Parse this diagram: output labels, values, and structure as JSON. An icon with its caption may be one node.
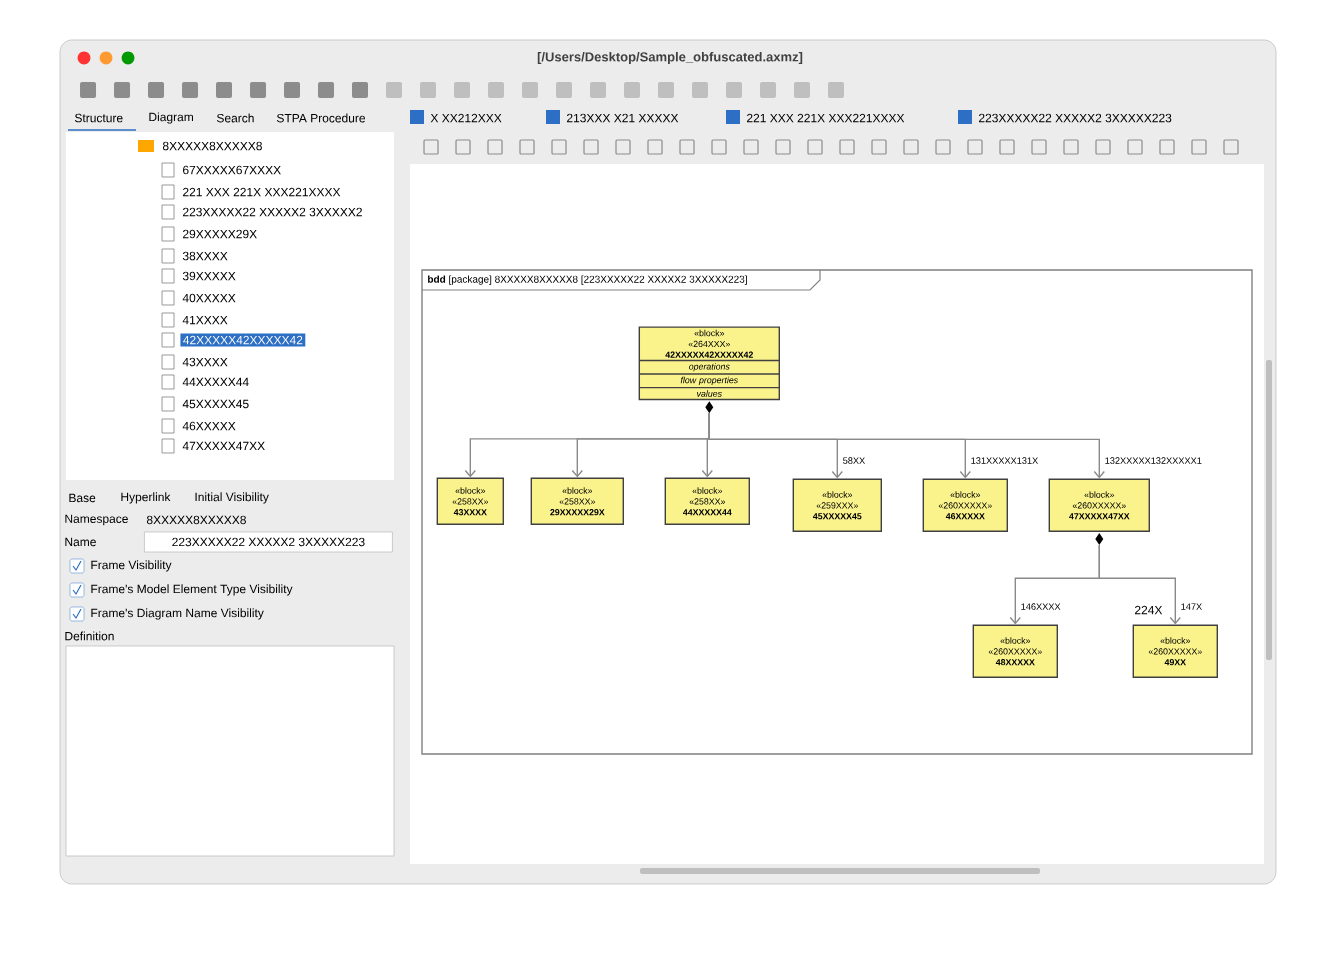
{
  "diagram": {
    "title": "[/Users/Desktop/Sample_obfuscated.axmz]",
    "nodes": [
      {
        "text": [
          "**bdd** [package] 8XXXXX8XXXXX8 [223XXXXX22 XXXXX2 3XXXXX223]"
        ]
      },
      {
        "text": [
          "«block»",
          "«264XXX»",
          "42XXXXX42XXXXX42",
          "operations",
          "flow properties",
          "values"
        ],
        "in": 0
      },
      {
        "text": [
          "«block»",
          "«258XX»",
          "43XXXX"
        ],
        "in": 0
      },
      {
        "text": [
          "«block»",
          "«258XX»",
          "29XXXXX29X"
        ],
        "in": 0
      },
      {
        "text": [
          "«block»",
          "«258XX»",
          "44XXXXX44"
        ],
        "in": 0
      },
      {
        "text": [
          "«block»",
          "«259XXX»",
          "45XXXXX45"
        ],
        "in": 0
      },
      {
        "text": [
          "«block»",
          "«260XXXXX»",
          "46XXXXX"
        ],
        "in": 0
      },
      {
        "text": [
          "«block»",
          "«260XXXXX»",
          "47XXXXX47XX"
        ],
        "in": 0
      },
      {
        "text": [
          "«block»",
          "«260XXXXX»",
          "48XXXXX"
        ],
        "in": 0
      },
      {
        "text": [
          "«block»",
          "«260XXXXX»",
          "49XX"
        ],
        "in": 0
      }
    ],
    "edges": [
      {
        "from": 1,
        "to": 2,
        "arrow": "to"
      },
      {
        "from": 1,
        "to": 3,
        "arrow": "to"
      },
      {
        "from": 1,
        "to": 4,
        "arrow": "to"
      },
      {
        "from": 1,
        "to": 5,
        "arrow": "to",
        "label": "58XX"
      },
      {
        "from": 1,
        "to": 6,
        "arrow": "to",
        "label": "131XXXXX131X"
      },
      {
        "from": 1,
        "to": 7,
        "arrow": "to",
        "label": "132XXXXX132XXXXX1"
      },
      {
        "from": 7,
        "to": 8,
        "arrow": "to",
        "label": "146XXXX"
      },
      {
        "from": 7,
        "to": 9,
        "arrow": "to",
        "label": "147X"
      }
    ],
    "labels": [
      "Structure",
      "Diagram",
      "Search",
      "STPA Procedure",
      "X XX212XXX",
      "213XXX X21 XXXXX",
      "221 XXX 221X XXX221XXXX",
      "223XXXXX22 XXXXX2 3XXXXX223",
      "8XXXXX8XXXXX8",
      "67XXXXX67XXXX",
      "221 XXX 221X XXX221XXXX",
      "223XXXXX22 XXXXX2 3XXXXX2",
      "29XXXXX29X",
      "38XXXX",
      "39XXXXX",
      "40XXXXX",
      "41XXXX",
      "42XXXXX42XXXXX42",
      "43XXXX",
      "44XXXXX44",
      "45XXXXX45",
      "46XXXXX",
      "47XXXXX47XX",
      "Base",
      "Hyperlink",
      "Initial Visibility",
      "Namespace",
      "8XXXXX8XXXXX8",
      "Name",
      "223XXXXX22 XXXXX2 3XXXXX223",
      "Frame Visibility",
      "Frame's Model Element Type Visibility",
      "Frame's Diagram Name Visibility",
      "Definition",
      "224X"
    ]
  }
}
